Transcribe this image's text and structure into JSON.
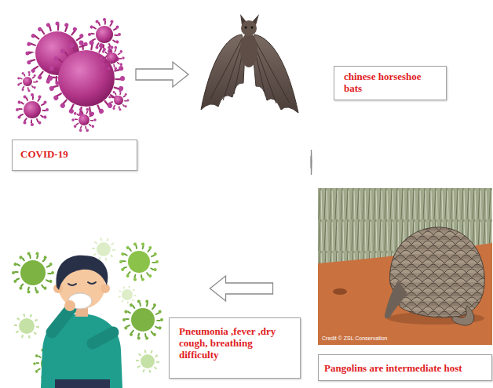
{
  "diagram": {
    "nodes": [
      {
        "text": [
          "COVID-19"
        ]
      },
      {
        "text": [
          "chinese horseshoe bats"
        ]
      },
      {
        "text": [
          "Pangolins are intermediate host"
        ]
      },
      {
        "text": [
          "Pneumonia ,fever ,dry cough, breathing difficulty"
        ]
      }
    ],
    "edges": [
      {
        "from": 0,
        "to": 1,
        "arrow": "to"
      },
      {
        "from": 1,
        "to": 2,
        "arrow": "to"
      },
      {
        "from": 2,
        "to": 3,
        "arrow": "to"
      }
    ],
    "labels": [
      "Credit © ZSL Conservation"
    ]
  }
}
